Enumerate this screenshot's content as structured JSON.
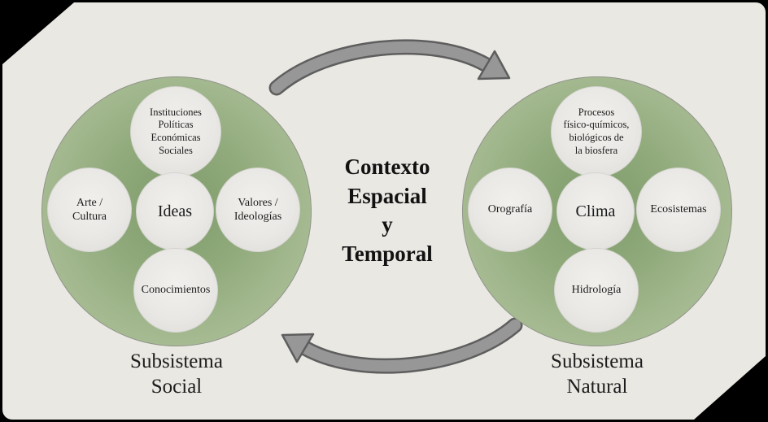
{
  "title": {
    "center": "Contexto\nEspacial\ny\nTemporal"
  },
  "subsystems": [
    {
      "id": "social",
      "label": "Subsistema\nSocial",
      "nodes": {
        "top": "Instituciones\nPolíticas\nEconómicas\nSociales",
        "left": "Arte /\nCultura",
        "center": "Ideas",
        "right": "Valores /\nIdeologías",
        "bottom": "Conocimientos"
      }
    },
    {
      "id": "natural",
      "label": "Subsistema\nNatural",
      "nodes": {
        "top": "Procesos\nfísico-químicos,\nbiológicos de\nla biosfera",
        "left": "Orografía",
        "center": "Clima",
        "right": "Ecosistemas",
        "bottom": "Hidrología"
      }
    }
  ],
  "icons": {
    "top_arrow": "curved-arrow-right-icon",
    "bottom_arrow": "curved-arrow-left-icon"
  },
  "colors": {
    "outer_bg": "#000000",
    "panel_bg": "#eae8e3",
    "subsystem_green": "#9fb58b",
    "node_bg": "#e9e8e5",
    "arrow_fill": "#979797",
    "arrow_outline": "#5e5e5e",
    "text": "#1b1b1b"
  }
}
